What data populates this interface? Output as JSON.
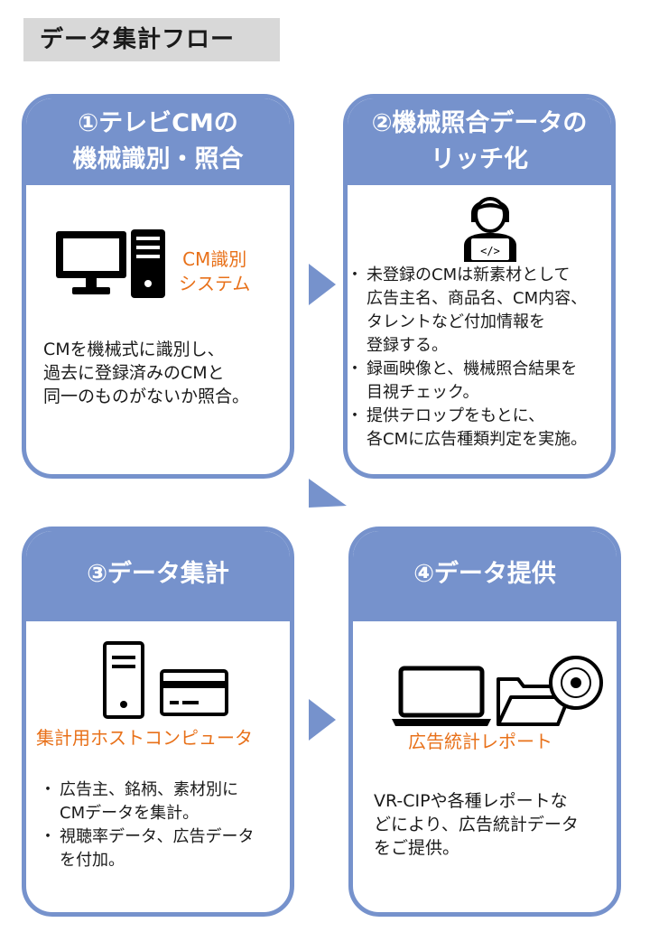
{
  "page_title": "データ集計フロー",
  "steps": [
    {
      "heading": [
        "①テレビCMの",
        "機械識別・照合"
      ],
      "icon_label": [
        "CM識別",
        "システム"
      ],
      "body": [
        "CMを機械式に識別し、",
        "過去に登録済みのCMと",
        "同一のものがないか照合。"
      ]
    },
    {
      "heading": [
        "②機械照合データの",
        "リッチ化"
      ],
      "bullets": [
        [
          "未登録のCMは新素材として",
          "広告主名、商品名、CM内容、",
          "タレントなど付加情報を",
          "登録する。"
        ],
        [
          "録画映像と、機械照合結果を",
          "目視チェック。"
        ],
        [
          "提供テロップをもとに、",
          "各CMに広告種類判定を実施。"
        ]
      ]
    },
    {
      "heading": [
        "③データ集計"
      ],
      "icon_label": [
        "集計用ホストコンピュータ"
      ],
      "bullets": [
        [
          "広告主、銘柄、素材別に",
          "CMデータを集計。"
        ],
        [
          "視聴率データ、広告データ",
          "を付加。"
        ]
      ]
    },
    {
      "heading": [
        "④データ提供"
      ],
      "icon_label": [
        "広告統計レポート"
      ],
      "body": [
        "VR-CIPや各種レポートな",
        "どにより、広告統計データ",
        "をご提供。"
      ]
    }
  ],
  "colors": {
    "card_border": "#7692cc",
    "accent_text": "#e8711a",
    "title_bg": "#d8d8d8",
    "arrow": "#7692cc"
  },
  "icons": [
    "desktop-computer-icon",
    "tower-pc-icon",
    "operator-with-laptop-icon",
    "server-tower-icon",
    "card-reader-icon",
    "laptop-icon",
    "folder-icon",
    "disc-icon"
  ]
}
